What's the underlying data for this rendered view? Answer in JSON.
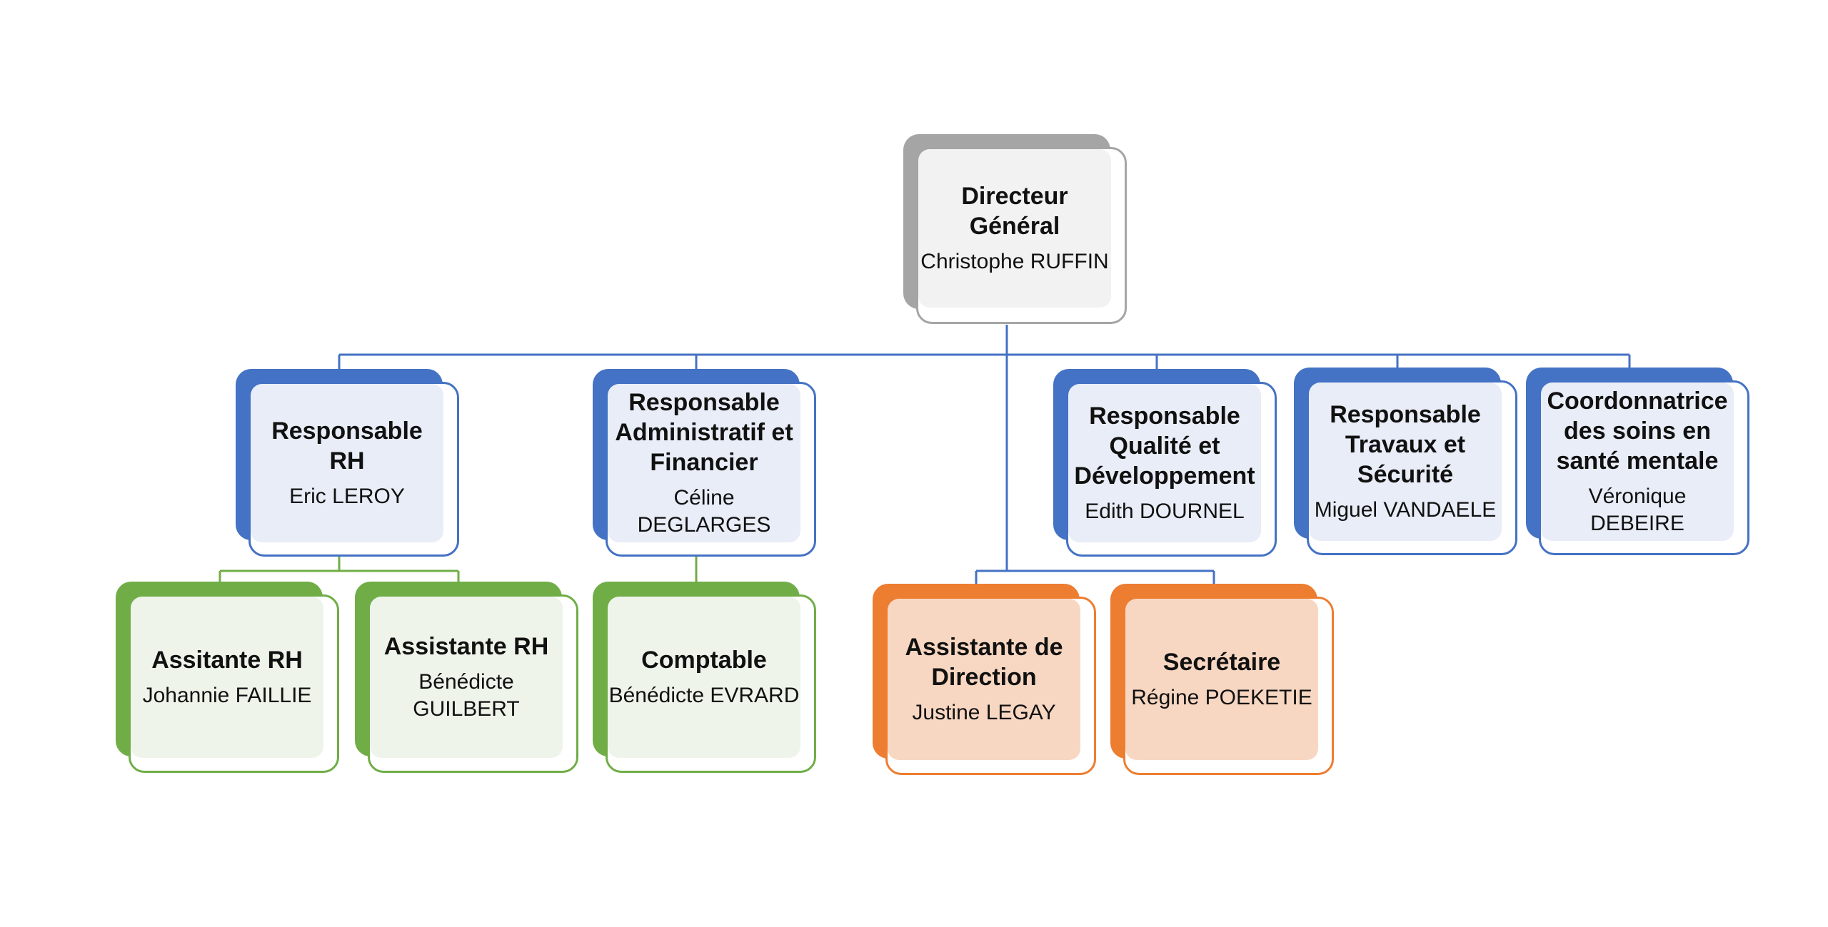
{
  "colors": {
    "director": "#a5a5a5",
    "managers": "#4472c4",
    "hr_finance_staff": "#70ad47",
    "direction_staff": "#ed7d31"
  },
  "director": {
    "title": "Directeur Général",
    "name": "Christophe RUFFIN"
  },
  "managers": [
    {
      "title": "Responsable RH",
      "name": "Eric LEROY"
    },
    {
      "title": "Responsable Administratif et Financier",
      "name": "Céline DEGLARGES"
    },
    {
      "title": "Responsable Qualité et Développement",
      "name": "Edith DOURNEL"
    },
    {
      "title": "Responsable Travaux et Sécurité",
      "name": "Miguel VANDAELE"
    },
    {
      "title": "Coordonnatrice des soins en santé mentale",
      "name": "Véronique DEBEIRE"
    }
  ],
  "hr_staff": [
    {
      "title": "Assitante RH",
      "name": "Johannie FAILLIE"
    },
    {
      "title": "Assistante RH",
      "name": "Bénédicte GUILBERT"
    }
  ],
  "finance_staff": [
    {
      "title": "Comptable",
      "name": "Bénédicte EVRARD"
    }
  ],
  "direction_staff": [
    {
      "title": "Assistante de Direction",
      "name": "Justine LEGAY"
    },
    {
      "title": "Secrétaire",
      "name": "Régine POEKETIE"
    }
  ]
}
